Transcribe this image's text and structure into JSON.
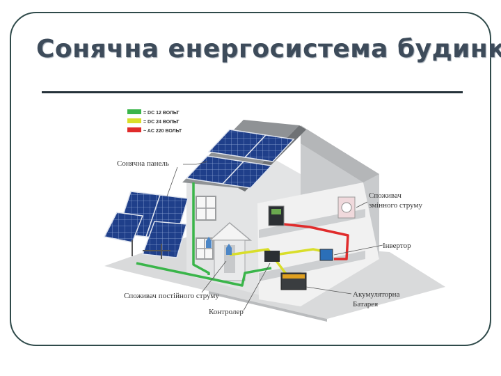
{
  "slide": {
    "title": "Сонячна енергосистема будинку"
  },
  "legend": [
    {
      "color": "#3ab54a",
      "text": "= DC 12 ВОЛЬТ"
    },
    {
      "color": "#d9de2a",
      "text": "= DC 24 ВОЛЬТ"
    },
    {
      "color": "#e02b2b",
      "text": "~ AC 220 ВОЛЬТ"
    }
  ],
  "labels": {
    "solar_panel": "Сонячна панель",
    "ac_consumer_line1": "Споживач",
    "ac_consumer_line2": "змінного струму",
    "inverter": "Інвертор",
    "battery_line1": "Акумуляторна",
    "battery_line2": "Батарея",
    "dc_consumer": "Споживач постійного струму",
    "controller": "Контролер"
  },
  "colors": {
    "dc12": "#3ab54a",
    "dc24": "#d9de2a",
    "ac220": "#e02b2b",
    "panel": "#1f3f8a"
  }
}
